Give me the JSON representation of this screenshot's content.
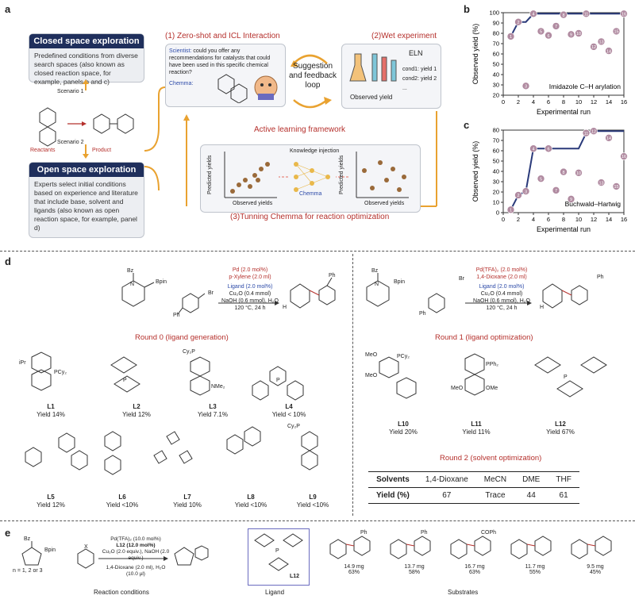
{
  "panel_labels": {
    "a": "a",
    "b": "b",
    "c": "c",
    "d": "d",
    "e": "e"
  },
  "panel_a": {
    "closed": {
      "title": "Closed space exploration",
      "text": "Predefined conditions from diverse search spaces (also known as closed reaction space, for example, panels b and c)"
    },
    "open": {
      "title": "Open space exploration",
      "text": "Experts select initial conditions based on experience and literature that include base, solvent and ligands (also known as open reaction space, for example, panel d)"
    },
    "scenario1": "Scenario 1",
    "scenario2": "Scenario 2",
    "reactants": "Reactants",
    "product": "Product",
    "zero_shot": "(1) Zero-shot and ICL Interaction",
    "scientist_label": "Scientist:",
    "scientist_text": "could you offer any recommendations for catalysts that could have been used in this specific chemical reaction?",
    "chemma_label": "Chemma:",
    "suggestion": "Suggestion and feedback loop",
    "wet": "(2)Wet experiment",
    "eln": "ELN",
    "cond1": "cond1: yield 1",
    "cond2": "cond2: yield 2",
    "ellipsis": "...",
    "observed_yield": "Observed yield",
    "active": "Active learning framework",
    "knowledge": "Knowledge injection",
    "chemma_mid": "Chemma",
    "pred_yields": "Predicted yields",
    "obs_yields": "Observed yields",
    "tuning": "(3)Tunning Chemma for reaction optimization"
  },
  "chart_data": [
    {
      "type": "scatter",
      "title": "",
      "annotation": "Imidazole C–H arylation",
      "xlabel": "Experimental run",
      "ylabel": "Observed yield (%)",
      "xlim": [
        0,
        16
      ],
      "ylim": [
        20,
        100
      ],
      "xticks": [
        "0",
        "2",
        "4",
        "6",
        "8",
        "10",
        "12",
        "14",
        "16"
      ],
      "yticks": [
        "20",
        "30",
        "40",
        "50",
        "60",
        "70",
        "80",
        "90",
        "100"
      ],
      "points": [
        {
          "x": 1,
          "y": 77,
          "label": "1"
        },
        {
          "x": 2,
          "y": 91,
          "label": "2"
        },
        {
          "x": 3,
          "y": 29,
          "label": "3"
        },
        {
          "x": 4,
          "y": 99,
          "label": "4"
        },
        {
          "x": 5,
          "y": 82,
          "label": "5"
        },
        {
          "x": 6,
          "y": 78,
          "label": "6"
        },
        {
          "x": 7,
          "y": 87,
          "label": "7"
        },
        {
          "x": 8,
          "y": 98,
          "label": "8"
        },
        {
          "x": 9,
          "y": 79,
          "label": "9"
        },
        {
          "x": 10,
          "y": 80,
          "label": "10"
        },
        {
          "x": 11,
          "y": 99,
          "label": "11"
        },
        {
          "x": 12,
          "y": 67,
          "label": "12"
        },
        {
          "x": 13,
          "y": 72,
          "label": "13"
        },
        {
          "x": 14,
          "y": 63,
          "label": "14"
        },
        {
          "x": 15,
          "y": 82,
          "label": "15"
        },
        {
          "x": 16,
          "y": 99,
          "label": "16"
        }
      ],
      "best": [
        [
          1,
          77
        ],
        [
          2,
          91
        ],
        [
          3,
          91
        ],
        [
          4,
          99
        ],
        [
          16,
          99
        ]
      ]
    },
    {
      "type": "scatter",
      "title": "",
      "annotation": "Buchwald–Hartwig",
      "xlabel": "Experimental run",
      "ylabel": "Observed yield (%)",
      "xlim": [
        0,
        16
      ],
      "ylim": [
        0,
        85
      ],
      "xticks": [
        "0",
        "2",
        "4",
        "6",
        "8",
        "10",
        "12",
        "14",
        "16"
      ],
      "yticks": [
        "0",
        "10",
        "20",
        "30",
        "40",
        "50",
        "60",
        "70",
        "80"
      ],
      "points": [
        {
          "x": 1,
          "y": 3,
          "label": "1"
        },
        {
          "x": 2,
          "y": 18,
          "label": "2"
        },
        {
          "x": 3,
          "y": 22,
          "label": "3"
        },
        {
          "x": 4,
          "y": 66,
          "label": "4"
        },
        {
          "x": 5,
          "y": 35,
          "label": "5"
        },
        {
          "x": 6,
          "y": 66,
          "label": "6"
        },
        {
          "x": 7,
          "y": 23,
          "label": "7"
        },
        {
          "x": 8,
          "y": 42,
          "label": "8"
        },
        {
          "x": 9,
          "y": 14,
          "label": "9"
        },
        {
          "x": 10,
          "y": 41,
          "label": "10"
        },
        {
          "x": 11,
          "y": 82,
          "label": "11"
        },
        {
          "x": 12,
          "y": 84,
          "label": "12"
        },
        {
          "x": 13,
          "y": 31,
          "label": "13"
        },
        {
          "x": 14,
          "y": 77,
          "label": "14"
        },
        {
          "x": 15,
          "y": 27,
          "label": "15"
        },
        {
          "x": 16,
          "y": 58,
          "label": "16"
        }
      ],
      "best": [
        [
          1,
          3
        ],
        [
          2,
          18
        ],
        [
          3,
          22
        ],
        [
          4,
          66
        ],
        [
          10,
          66
        ],
        [
          11,
          82
        ],
        [
          12,
          84
        ],
        [
          16,
          84
        ]
      ]
    }
  ],
  "panel_d": {
    "cond_left": {
      "l1": "Pd (2.0 mol%)",
      "l2": "p-Xylene (2.0 ml)",
      "l3": "Ligand (2.0 mol%)",
      "l4": "Cu₂O (0.4 mmol)",
      "l5": "NaOH (0.6 mmol), H₂O",
      "l6": "120 °C, 24 h"
    },
    "cond_right": {
      "l1": "Pd(TFA)₂ (2.0 mol%)",
      "l2": "1,4-Dioxane (2.0 ml)",
      "l3": "Ligand (2.0 mol%)",
      "l4": "Cu₂O (0.4 mmol)",
      "l5": "NaOH (0.6 mmol), H₂O",
      "l6": "120 °C, 24 h"
    },
    "round0": "Round 0  (ligand generation)",
    "round1": "Round 1 (ligand optimization)",
    "round2": "Round 2 (solvent optimization)",
    "ligands0": [
      {
        "name": "L1",
        "yield": "Yield 14%"
      },
      {
        "name": "L2",
        "yield": "Yield 12%"
      },
      {
        "name": "L3",
        "yield": "Yield 7.1%"
      },
      {
        "name": "L4",
        "yield": "Yield < 10%"
      },
      {
        "name": "L5",
        "yield": "Yield 12%"
      },
      {
        "name": "L6",
        "yield": "Yield <10%"
      },
      {
        "name": "L7",
        "yield": "Yield 10%"
      },
      {
        "name": "L8",
        "yield": "Yield <10%"
      },
      {
        "name": "L9",
        "yield": "Yield <10%"
      }
    ],
    "ligands1": [
      {
        "name": "L10",
        "yield": "Yield 20%"
      },
      {
        "name": "L11",
        "yield": "Yield 11%"
      },
      {
        "name": "L12",
        "yield": "Yield 67%"
      }
    ],
    "table": {
      "head": [
        "Solvents",
        "1,4-Dioxane",
        "MeCN",
        "DME",
        "THF"
      ],
      "row": [
        "Yield (%)",
        "67",
        "Trace",
        "44",
        "61"
      ]
    },
    "atoms": {
      "bz": "Bz",
      "bpin": "Bpin",
      "n": "N",
      "br": "Br",
      "ph": "Ph",
      "h": "H",
      "pcy2": "PCy₂",
      "ipr": "iPr",
      "meo": "MeO",
      "ome": "OMe",
      "pph2": "PPh₂",
      "cy2p": "Cy₂P",
      "nme2": "NMe₂",
      "p": "P"
    }
  },
  "panel_e": {
    "cond": {
      "l1": "Pd(TFA)₂ (10.0 mol%)",
      "l2": "L12 (12.0 mol%)",
      "l3": "Cu₂O (2.0 equiv.), NaOH (2.0 equiv.)",
      "l4": "1,4-Dioxane (2.0 ml), H₂O (10.0 µl)"
    },
    "n_text": "n = 1, 2 or 3",
    "x": "X",
    "ligand_name": "L12",
    "captions": {
      "conditions": "Reaction conditions",
      "ligand": "Ligand",
      "substrates": "Substrates"
    },
    "substrates": [
      {
        "mass": "14.9 mg",
        "yield": "63%",
        "sub": "Ph"
      },
      {
        "mass": "13.7 mg",
        "yield": "58%",
        "sub": "Ph"
      },
      {
        "mass": "16.7 mg",
        "yield": "63%",
        "sub": "COPh"
      },
      {
        "mass": "11.7 mg",
        "yield": "55%",
        "sub": ""
      },
      {
        "mass": "9.5 mg",
        "yield": "45%",
        "sub": ""
      }
    ]
  }
}
